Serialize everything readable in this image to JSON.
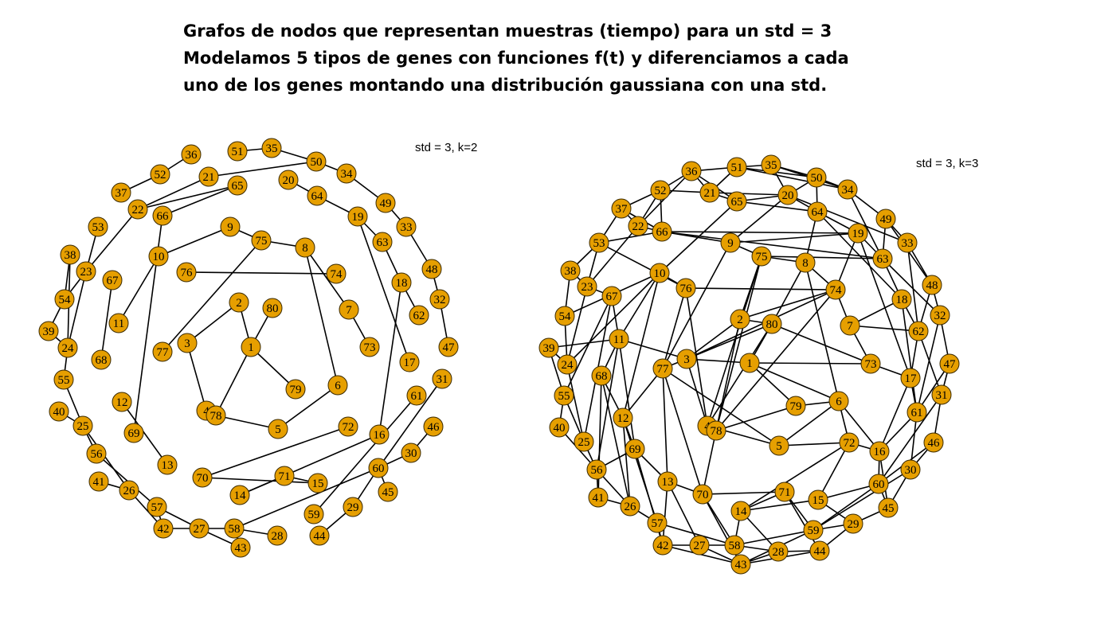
{
  "header": {
    "lines": [
      "Grafos de nodos que representan muestras (tiempo) para un std = 3",
      "Modelamos 5 tipos de genes con funciones f(t) y diferenciamos a cada",
      "uno de los genes montando una distribución gaussiana con una std."
    ]
  },
  "graphs": [
    {
      "label": "std = 3, k=2",
      "node_color": "#E69F00",
      "nodes": [
        "1",
        "2",
        "3",
        "4",
        "5",
        "6",
        "7",
        "8",
        "9",
        "10",
        "11",
        "12",
        "13",
        "14",
        "15",
        "16",
        "17",
        "18",
        "19",
        "20",
        "21",
        "22",
        "23",
        "24",
        "25",
        "26",
        "27",
        "28",
        "29",
        "30",
        "31",
        "32",
        "33",
        "34",
        "35",
        "36",
        "37",
        "38",
        "39",
        "40",
        "41",
        "42",
        "43",
        "44",
        "45",
        "46",
        "47",
        "48",
        "49",
        "50",
        "51",
        "52",
        "53",
        "54",
        "55",
        "56",
        "57",
        "58",
        "59",
        "60",
        "61",
        "62",
        "63",
        "64",
        "65",
        "66",
        "67",
        "68",
        "69",
        "70",
        "71",
        "72",
        "73",
        "74",
        "75",
        "76",
        "77",
        "78",
        "79",
        "80"
      ],
      "edges": [
        [
          "35",
          "50"
        ],
        [
          "51",
          "35"
        ],
        [
          "50",
          "34"
        ],
        [
          "34",
          "49"
        ],
        [
          "49",
          "33"
        ],
        [
          "33",
          "48"
        ],
        [
          "48",
          "32"
        ],
        [
          "32",
          "47"
        ],
        [
          "50",
          "21"
        ],
        [
          "21",
          "22"
        ],
        [
          "22",
          "23"
        ],
        [
          "52",
          "36"
        ],
        [
          "52",
          "37"
        ],
        [
          "23",
          "24"
        ],
        [
          "24",
          "55"
        ],
        [
          "38",
          "54"
        ],
        [
          "54",
          "39"
        ],
        [
          "53",
          "23"
        ],
        [
          "23",
          "54"
        ],
        [
          "55",
          "25"
        ],
        [
          "25",
          "56"
        ],
        [
          "40",
          "25"
        ],
        [
          "25",
          "26"
        ],
        [
          "26",
          "42"
        ],
        [
          "56",
          "57"
        ],
        [
          "57",
          "42"
        ],
        [
          "42",
          "27"
        ],
        [
          "27",
          "43"
        ],
        [
          "57",
          "27"
        ],
        [
          "41",
          "26"
        ],
        [
          "58",
          "43"
        ],
        [
          "58",
          "28"
        ],
        [
          "58",
          "60"
        ],
        [
          "27",
          "58"
        ],
        [
          "60",
          "30"
        ],
        [
          "30",
          "46"
        ],
        [
          "60",
          "45"
        ],
        [
          "61",
          "59"
        ],
        [
          "31",
          "60"
        ],
        [
          "29",
          "44"
        ],
        [
          "60",
          "29"
        ],
        [
          "20",
          "64"
        ],
        [
          "64",
          "19"
        ],
        [
          "19",
          "63"
        ],
        [
          "63",
          "18"
        ],
        [
          "18",
          "62"
        ],
        [
          "19",
          "17"
        ],
        [
          "18",
          "16"
        ],
        [
          "16",
          "14"
        ],
        [
          "14",
          "71"
        ],
        [
          "71",
          "15"
        ],
        [
          "70",
          "72"
        ],
        [
          "70",
          "15"
        ],
        [
          "12",
          "13"
        ],
        [
          "66",
          "69"
        ],
        [
          "65",
          "66"
        ],
        [
          "10",
          "11"
        ],
        [
          "10",
          "9"
        ],
        [
          "9",
          "75"
        ],
        [
          "75",
          "8"
        ],
        [
          "8",
          "7"
        ],
        [
          "7",
          "73"
        ],
        [
          "8",
          "6"
        ],
        [
          "6",
          "5"
        ],
        [
          "5",
          "78"
        ],
        [
          "4",
          "3"
        ],
        [
          "3",
          "2"
        ],
        [
          "2",
          "1"
        ],
        [
          "1",
          "80"
        ],
        [
          "1",
          "79"
        ],
        [
          "1",
          "78"
        ],
        [
          "75",
          "77"
        ],
        [
          "76",
          "74"
        ],
        [
          "67",
          "68"
        ],
        [
          "65",
          "22"
        ],
        [
          "38",
          "24"
        ],
        [
          "39",
          "24"
        ]
      ]
    },
    {
      "label": "std = 3, k=3",
      "node_color": "#E69F00",
      "nodes": [
        "1",
        "2",
        "3",
        "4",
        "5",
        "6",
        "7",
        "8",
        "9",
        "10",
        "11",
        "12",
        "13",
        "14",
        "15",
        "16",
        "17",
        "18",
        "19",
        "20",
        "21",
        "22",
        "23",
        "24",
        "25",
        "26",
        "27",
        "28",
        "29",
        "30",
        "31",
        "32",
        "33",
        "34",
        "35",
        "36",
        "37",
        "38",
        "39",
        "40",
        "41",
        "42",
        "43",
        "44",
        "45",
        "46",
        "47",
        "48",
        "49",
        "50",
        "51",
        "52",
        "53",
        "54",
        "55",
        "56",
        "57",
        "58",
        "59",
        "60",
        "61",
        "62",
        "63",
        "64",
        "65",
        "66",
        "67",
        "68",
        "69",
        "70",
        "71",
        "72",
        "73",
        "74",
        "75",
        "76",
        "77",
        "78",
        "79",
        "80"
      ],
      "edges": [
        [
          "35",
          "50"
        ],
        [
          "51",
          "35"
        ],
        [
          "36",
          "51"
        ],
        [
          "50",
          "34"
        ],
        [
          "34",
          "49"
        ],
        [
          "49",
          "33"
        ],
        [
          "33",
          "48"
        ],
        [
          "48",
          "32"
        ],
        [
          "32",
          "47"
        ],
        [
          "47",
          "31"
        ],
        [
          "31",
          "46"
        ],
        [
          "46",
          "30"
        ],
        [
          "30",
          "45"
        ],
        [
          "45",
          "29"
        ],
        [
          "29",
          "44"
        ],
        [
          "44",
          "43"
        ],
        [
          "43",
          "28"
        ],
        [
          "28",
          "58"
        ],
        [
          "58",
          "27"
        ],
        [
          "27",
          "42"
        ],
        [
          "42",
          "57"
        ],
        [
          "57",
          "26"
        ],
        [
          "26",
          "41"
        ],
        [
          "41",
          "56"
        ],
        [
          "56",
          "40"
        ],
        [
          "40",
          "55"
        ],
        [
          "55",
          "39"
        ],
        [
          "39",
          "24"
        ],
        [
          "24",
          "54"
        ],
        [
          "54",
          "38"
        ],
        [
          "38",
          "53"
        ],
        [
          "53",
          "37"
        ],
        [
          "37",
          "52"
        ],
        [
          "52",
          "36"
        ],
        [
          "51",
          "34"
        ],
        [
          "35",
          "34"
        ],
        [
          "36",
          "21"
        ],
        [
          "52",
          "21"
        ],
        [
          "21",
          "65"
        ],
        [
          "65",
          "20"
        ],
        [
          "20",
          "64"
        ],
        [
          "64",
          "19"
        ],
        [
          "19",
          "63"
        ],
        [
          "63",
          "18"
        ],
        [
          "18",
          "62"
        ],
        [
          "62",
          "17"
        ],
        [
          "17",
          "61"
        ],
        [
          "61",
          "16"
        ],
        [
          "16",
          "60"
        ],
        [
          "60",
          "15"
        ],
        [
          "15",
          "14"
        ],
        [
          "14",
          "71"
        ],
        [
          "71",
          "70"
        ],
        [
          "70",
          "13"
        ],
        [
          "13",
          "69"
        ],
        [
          "69",
          "12"
        ],
        [
          "12",
          "68"
        ],
        [
          "68",
          "11"
        ],
        [
          "11",
          "67"
        ],
        [
          "67",
          "23"
        ],
        [
          "23",
          "22"
        ],
        [
          "22",
          "66"
        ],
        [
          "66",
          "9"
        ],
        [
          "9",
          "75"
        ],
        [
          "75",
          "8"
        ],
        [
          "8",
          "74"
        ],
        [
          "74",
          "7"
        ],
        [
          "7",
          "73"
        ],
        [
          "73",
          "1"
        ],
        [
          "1",
          "80"
        ],
        [
          "80",
          "2"
        ],
        [
          "2",
          "3"
        ],
        [
          "3",
          "77"
        ],
        [
          "77",
          "76"
        ],
        [
          "76",
          "10"
        ],
        [
          "10",
          "11"
        ],
        [
          "75",
          "4"
        ],
        [
          "4",
          "78"
        ],
        [
          "78",
          "79"
        ],
        [
          "79",
          "6"
        ],
        [
          "6",
          "5"
        ],
        [
          "5",
          "77"
        ],
        [
          "6",
          "72"
        ],
        [
          "72",
          "16"
        ],
        [
          "72",
          "14"
        ],
        [
          "60",
          "59"
        ],
        [
          "59",
          "29"
        ],
        [
          "59",
          "58"
        ],
        [
          "59",
          "43"
        ],
        [
          "28",
          "44"
        ],
        [
          "27",
          "43"
        ],
        [
          "42",
          "43"
        ],
        [
          "57",
          "58"
        ],
        [
          "26",
          "57"
        ],
        [
          "56",
          "26"
        ],
        [
          "25",
          "56"
        ],
        [
          "25",
          "55"
        ],
        [
          "24",
          "25"
        ],
        [
          "23",
          "24"
        ],
        [
          "53",
          "23"
        ],
        [
          "37",
          "22"
        ],
        [
          "52",
          "22"
        ],
        [
          "36",
          "65"
        ],
        [
          "50",
          "20"
        ],
        [
          "50",
          "64"
        ],
        [
          "34",
          "63"
        ],
        [
          "49",
          "63"
        ],
        [
          "33",
          "62"
        ],
        [
          "48",
          "62"
        ],
        [
          "32",
          "61"
        ],
        [
          "47",
          "61"
        ],
        [
          "31",
          "60"
        ],
        [
          "46",
          "60"
        ],
        [
          "30",
          "59"
        ],
        [
          "45",
          "60"
        ],
        [
          "66",
          "19"
        ],
        [
          "66",
          "63"
        ],
        [
          "9",
          "19"
        ],
        [
          "75",
          "63"
        ],
        [
          "10",
          "65"
        ],
        [
          "10",
          "12"
        ],
        [
          "11",
          "69"
        ],
        [
          "77",
          "70"
        ],
        [
          "77",
          "13"
        ],
        [
          "3",
          "1"
        ],
        [
          "3",
          "80"
        ],
        [
          "3",
          "4"
        ],
        [
          "78",
          "2"
        ],
        [
          "4",
          "80"
        ],
        [
          "74",
          "78"
        ],
        [
          "74",
          "3"
        ],
        [
          "76",
          "74"
        ],
        [
          "8",
          "6"
        ],
        [
          "7",
          "18"
        ],
        [
          "73",
          "17"
        ],
        [
          "75",
          "78"
        ],
        [
          "9",
          "77"
        ],
        [
          "76",
          "4"
        ],
        [
          "1",
          "79"
        ],
        [
          "15",
          "72"
        ],
        [
          "71",
          "59"
        ],
        [
          "14",
          "58"
        ],
        [
          "70",
          "58"
        ],
        [
          "13",
          "27"
        ],
        [
          "69",
          "42"
        ],
        [
          "12",
          "57"
        ],
        [
          "68",
          "26"
        ],
        [
          "67",
          "25"
        ],
        [
          "11",
          "56"
        ],
        [
          "10",
          "24"
        ],
        [
          "53",
          "66"
        ],
        [
          "37",
          "66"
        ],
        [
          "38",
          "23"
        ],
        [
          "65",
          "64"
        ],
        [
          "21",
          "20"
        ],
        [
          "51",
          "50"
        ],
        [
          "35",
          "20"
        ],
        [
          "20",
          "33"
        ],
        [
          "64",
          "18"
        ],
        [
          "19",
          "17"
        ],
        [
          "17",
          "16"
        ],
        [
          "61",
          "30"
        ],
        [
          "62",
          "31"
        ],
        [
          "18",
          "61"
        ],
        [
          "63",
          "32"
        ],
        [
          "49",
          "48"
        ],
        [
          "16",
          "45"
        ],
        [
          "15",
          "29"
        ],
        [
          "71",
          "44"
        ],
        [
          "14",
          "28"
        ],
        [
          "70",
          "43"
        ],
        [
          "13",
          "42"
        ],
        [
          "69",
          "56"
        ],
        [
          "12",
          "26"
        ],
        [
          "68",
          "41"
        ],
        [
          "67",
          "55"
        ],
        [
          "11",
          "39"
        ],
        [
          "10",
          "54"
        ],
        [
          "76",
          "53"
        ],
        [
          "66",
          "52"
        ],
        [
          "22",
          "36"
        ],
        [
          "21",
          "51"
        ],
        [
          "9",
          "20"
        ],
        [
          "8",
          "64"
        ],
        [
          "74",
          "19"
        ],
        [
          "7",
          "62"
        ],
        [
          "6",
          "16"
        ],
        [
          "5",
          "72"
        ],
        [
          "2",
          "74"
        ],
        [
          "80",
          "73"
        ],
        [
          "1",
          "6"
        ],
        [
          "4",
          "5"
        ],
        [
          "78",
          "70"
        ],
        [
          "77",
          "12"
        ],
        [
          "3",
          "11"
        ],
        [
          "2",
          "75"
        ],
        [
          "8",
          "80"
        ]
      ]
    }
  ]
}
